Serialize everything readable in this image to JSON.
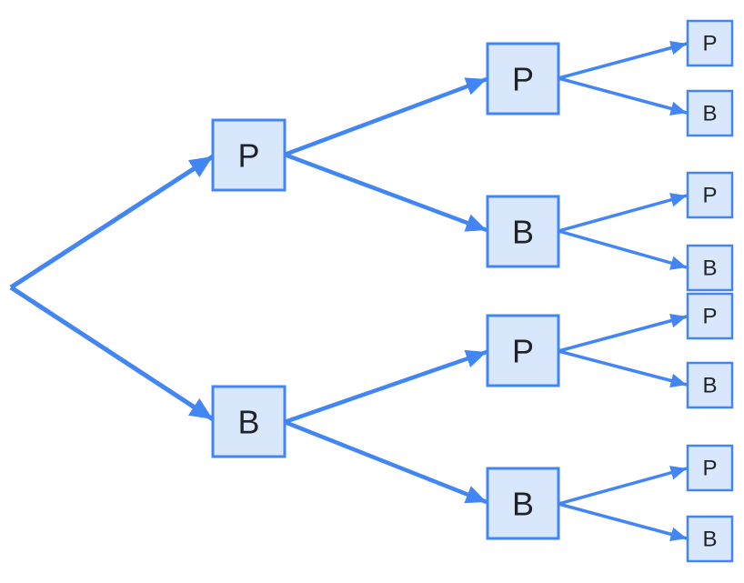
{
  "diagram": {
    "type": "tree",
    "orientation": "left-to-right",
    "colors": {
      "edge": "#4285F4",
      "node_border": "#4285F4",
      "node_fill": "#D9E7FC",
      "label": "#1F2327",
      "background": "#FFFFFF"
    },
    "levels": [
      {
        "name": "level-1",
        "nodes": [
          {
            "label": "P"
          },
          {
            "label": "B"
          }
        ]
      },
      {
        "name": "level-2",
        "nodes": [
          {
            "label": "P"
          },
          {
            "label": "B"
          },
          {
            "label": "P"
          },
          {
            "label": "B"
          }
        ]
      },
      {
        "name": "level-3",
        "nodes": [
          {
            "label": "P"
          },
          {
            "label": "B"
          },
          {
            "label": "P"
          },
          {
            "label": "B"
          },
          {
            "label": "P"
          },
          {
            "label": "B"
          },
          {
            "label": "P"
          },
          {
            "label": "B"
          }
        ]
      }
    ],
    "edges": [
      {
        "from": "root",
        "to": "l1-0"
      },
      {
        "from": "root",
        "to": "l1-1"
      },
      {
        "from": "l1-0",
        "to": "l2-0"
      },
      {
        "from": "l1-0",
        "to": "l2-1"
      },
      {
        "from": "l1-1",
        "to": "l2-2"
      },
      {
        "from": "l1-1",
        "to": "l2-3"
      },
      {
        "from": "l2-0",
        "to": "l3-0"
      },
      {
        "from": "l2-0",
        "to": "l3-1"
      },
      {
        "from": "l2-1",
        "to": "l3-2"
      },
      {
        "from": "l2-1",
        "to": "l3-3"
      },
      {
        "from": "l2-2",
        "to": "l3-4"
      },
      {
        "from": "l2-2",
        "to": "l3-5"
      },
      {
        "from": "l2-3",
        "to": "l3-6"
      },
      {
        "from": "l2-3",
        "to": "l3-7"
      }
    ]
  }
}
